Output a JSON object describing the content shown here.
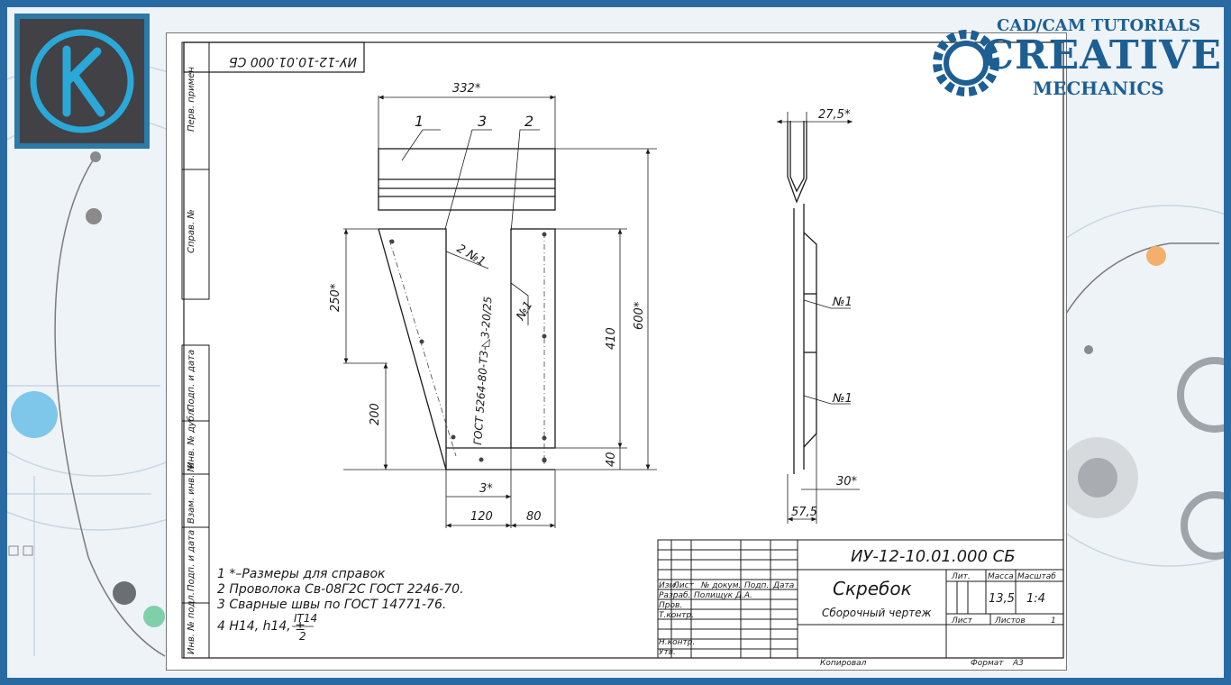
{
  "brand": {
    "top_line": "CAD/CAM TUTORIALS",
    "name": "CREATIVE",
    "sub": "MECHANICS",
    "accent": "#1d5f93",
    "logo_letter": "K",
    "logo_ring_color": "#2aa8d8"
  },
  "drawing": {
    "mirror_code": "ИУ-12-10.01.000 СБ",
    "side_labels": [
      "Перв. примен",
      "Справ. №",
      "Подп. и дата",
      "Инв. № дубл.",
      "Взам. инв. №",
      "Подп. и дата",
      "Инв. № подл."
    ],
    "callouts": {
      "p1": "1",
      "p2": "2",
      "p3": "3"
    },
    "dims": {
      "top_width": "332*",
      "height_250": "250*",
      "height_200": "200",
      "height_410": "410",
      "height_600": "600*",
      "height_40": "40",
      "gap_3": "3*",
      "w_120": "120",
      "w_80": "80",
      "side_27": "27,5*",
      "side_30": "30*",
      "side_57": "57,5"
    },
    "weld_labels": {
      "w1": "2 №1",
      "gost": "ГОСТ 5264-80-Т3-◺3-20/25",
      "w2": "№1",
      "side_w1": "№1",
      "side_w2": "№1"
    },
    "notes": [
      "1 *–Размеры для справок",
      "2 Проволока Св-08Г2С ГОСТ 2246-70.",
      "3 Сварные швы по ГОСТ 14771-76.",
      "4 H14, h14, ±"
    ],
    "note_frac": {
      "num": "IT14",
      "den": "2"
    }
  },
  "title_block": {
    "code": "ИУ-12-10.01.000 СБ",
    "name": "Скребок",
    "subtitle": "Сборочный чертеж",
    "col_headers": [
      "Изм.",
      "Лист",
      "№ докум.",
      "Подп.",
      "Дата"
    ],
    "rows": [
      {
        "role": "Разраб.",
        "person": "Полищук Д.А."
      },
      {
        "role": "Пров.",
        "person": ""
      },
      {
        "role": "Т.контр.",
        "person": ""
      },
      {
        "role": "Н.контр.",
        "person": ""
      },
      {
        "role": "Утв.",
        "person": ""
      }
    ],
    "lit_label": "Лит.",
    "mass_label": "Масса",
    "scale_label": "Масштаб",
    "mass": "13,5",
    "scale": "1:4",
    "sheet_label": "Лист",
    "sheets_label": "Листов",
    "sheets": "1",
    "copied": "Копировал",
    "format_label": "Формат",
    "format": "А3"
  }
}
